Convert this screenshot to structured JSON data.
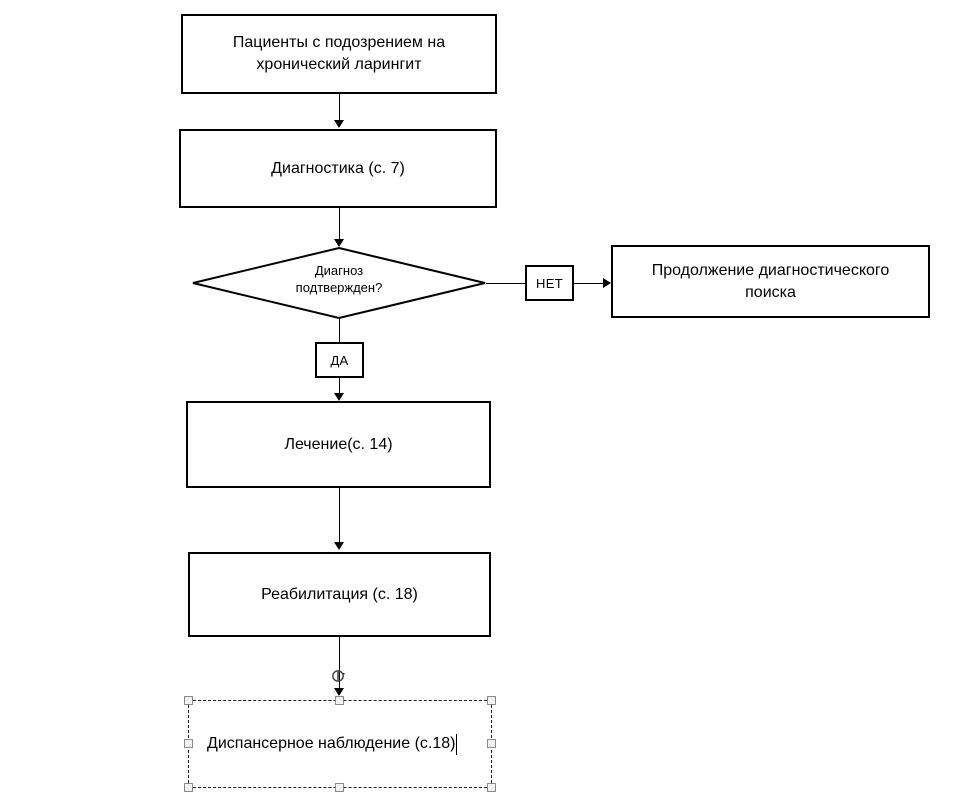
{
  "diagram": {
    "type": "flowchart",
    "orientation": "top-to-bottom",
    "background_color": "#ffffff",
    "line_color": "#000000",
    "nodes": [
      {
        "id": "patients",
        "shape": "process",
        "text": "Пациенты с подозрением на\nхронический ларингит"
      },
      {
        "id": "diagnostics",
        "shape": "process",
        "text": "Диагностика (с. 7)"
      },
      {
        "id": "decision",
        "shape": "decision",
        "text": "Диагноз\nподтвержден?"
      },
      {
        "id": "continue_search",
        "shape": "process",
        "text": "Продолжение диагностического\nпоиска"
      },
      {
        "id": "treatment",
        "shape": "process",
        "text": "Лечение(с. 14)"
      },
      {
        "id": "rehab",
        "shape": "process",
        "text": "Реабилитация (с. 18)"
      },
      {
        "id": "followup",
        "shape": "process",
        "text": "Диспансерное наблюдение (с.18)",
        "selected": true
      }
    ],
    "edge_labels": {
      "yes": "ДА",
      "no": "НЕТ"
    }
  }
}
